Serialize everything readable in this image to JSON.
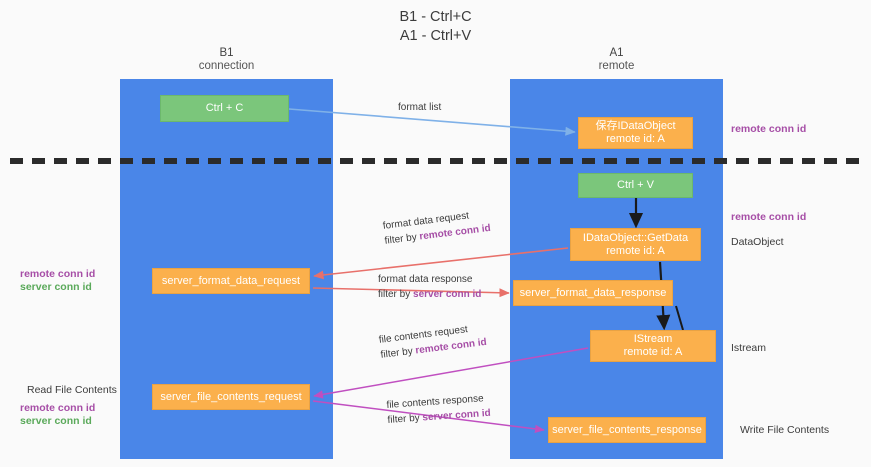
{
  "title": {
    "line1": "B1 - Ctrl+C",
    "line2": "A1 - Ctrl+V"
  },
  "lanes": [
    {
      "id": "b1",
      "title": "B1",
      "subtitle": "connection",
      "color": "#4a86e8"
    },
    {
      "id": "a1",
      "title": "A1",
      "subtitle": "remote",
      "color": "#4a86e8"
    }
  ],
  "colors": {
    "lane": "#4a86e8",
    "green_box": "#7bc67b",
    "orange_box": "#fbb04c",
    "remote_conn_id": "#a64ea6",
    "server_conn_id": "#5aa95a",
    "arrow_blue": "#7fb1e8",
    "arrow_red": "#e8706a",
    "arrow_magenta": "#c04fc0",
    "arrow_black": "#1a1a1a",
    "separator": "#2b2b2b"
  },
  "boxes": {
    "ctrl_c": {
      "line1": "Ctrl + C"
    },
    "idataobject": {
      "line1": "保存IDataObject",
      "line2": "remote id: A"
    },
    "ctrl_v": {
      "line1": "Ctrl + V"
    },
    "getdata": {
      "line1": "IDataObject::GetData",
      "line2": "remote id: A"
    },
    "server_format_data_request": {
      "line1": "server_format_data_request"
    },
    "server_format_data_response": {
      "line1": "server_format_data_response"
    },
    "istream": {
      "line1": "IStream",
      "line2": "remote id: A"
    },
    "server_file_contents_request": {
      "line1": "server_file_contents_request"
    },
    "server_file_contents_response": {
      "line1": "server_file_contents_response"
    }
  },
  "edge_labels": {
    "format_list": "format list",
    "format_data_request": "format data request",
    "format_data_request_filter_prefix": "filter by ",
    "format_data_request_filter_key": "remote conn id",
    "format_data_response": "format data response",
    "format_data_response_filter_prefix": "filter by ",
    "format_data_response_filter_key": "server conn id",
    "file_contents_request": "file contents request",
    "file_contents_request_filter_prefix": "filter by ",
    "file_contents_request_filter_key": "remote conn id",
    "file_contents_response": "file contents response",
    "file_contents_response_filter_prefix": "filter by ",
    "file_contents_response_filter_key": "server conn id"
  },
  "annotations": {
    "right": [
      {
        "id": "r1",
        "text": "remote conn id",
        "style": "purple"
      },
      {
        "id": "r2",
        "text": "remote conn id",
        "style": "purple"
      },
      {
        "id": "r3",
        "text": "DataObject",
        "style": "plain"
      },
      {
        "id": "r4",
        "text": "Istream",
        "style": "plain"
      },
      {
        "id": "r5",
        "text": "Write File Contents",
        "style": "plain"
      }
    ],
    "left": [
      {
        "id": "l1a",
        "text": "remote conn id",
        "style": "purple"
      },
      {
        "id": "l1b",
        "text": "server conn id",
        "style": "green"
      },
      {
        "id": "l2",
        "text": "Read File Contents",
        "style": "plain"
      },
      {
        "id": "l3a",
        "text": "remote conn id",
        "style": "purple"
      },
      {
        "id": "l3b",
        "text": "server conn id",
        "style": "green"
      }
    ]
  }
}
